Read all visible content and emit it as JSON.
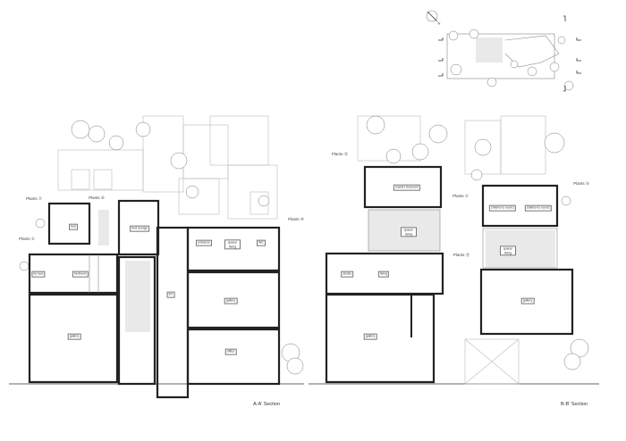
{
  "key_plan": {
    "north_label": "N"
  },
  "sections": [
    {
      "title": "A-A' Section",
      "rooms": [
        "bed",
        "bed lounge",
        "terrace",
        "bedroom",
        "gallery",
        "EV",
        "entrance",
        "space/ living",
        "WC",
        "gallery",
        "office"
      ],
      "plants": [
        "Plants ⑦",
        "Plants ⑥",
        "Plants ①",
        "Plants ④"
      ]
    },
    {
      "title": "B-B' Section",
      "rooms": [
        "master bedroom",
        "space/ living",
        "studio",
        "living",
        "gallery",
        "children's room1",
        "children's room2",
        "space/ living",
        "gallery"
      ],
      "plants": [
        "Plants ⑬",
        "Plants ②",
        "Plants ⑤",
        "Plants ⑪"
      ]
    }
  ]
}
